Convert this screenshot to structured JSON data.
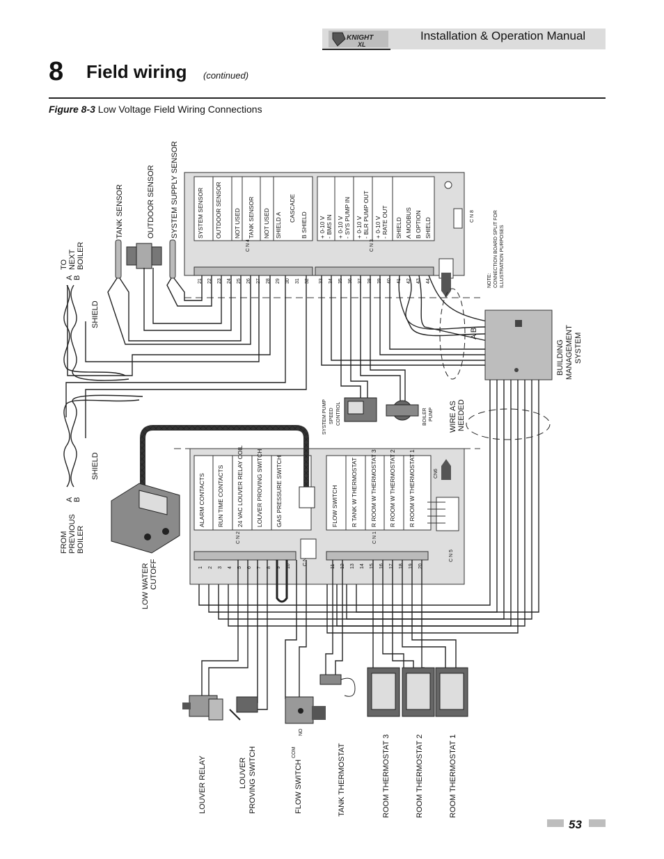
{
  "header": {
    "manual_title": "Installation & Operation Manual",
    "logo_text": "KNIGHT XL"
  },
  "section": {
    "number": "8",
    "title": "Field wiring",
    "continued": "(continued)"
  },
  "figure": {
    "label": "Figure 8-3",
    "caption": "Low Voltage Field Wiring Connections"
  },
  "top_board": {
    "left_labels": [
      "SYSTEM SENSOR",
      "OUTDOOR SENSOR",
      "NOT USED",
      "TANK SENSOR",
      "NOT USED",
      "SHIELD A",
      "CASCADE",
      "B SHIELD"
    ],
    "right_labels": [
      "+ 0-10 V",
      "- BMS IN",
      "+ 0-10 V",
      "- SYS PUMP IN",
      "+ 0-10 V",
      "- BLR PUMP OUT",
      "+ 0-10 V",
      "- RATE OUT",
      "SHIELD",
      "A  MODBUS",
      "B  OPTION",
      "SHIELD"
    ],
    "left_terminals": [
      "21",
      "22",
      "23",
      "24",
      "25",
      "26",
      "27",
      "28",
      "29",
      "30",
      "31",
      "32"
    ],
    "right_terminals": [
      "33",
      "34",
      "35",
      "36",
      "37",
      "38",
      "39",
      "40",
      "41",
      "42",
      "43",
      "44"
    ],
    "cn4": "C N 4",
    "cn3": "C N 3",
    "cn8": "C N 8"
  },
  "bottom_board": {
    "left_labels": [
      "ALARM CONTACTS",
      "RUN TIME CONTACTS",
      "24 VAC LOUVER RELAY COIL",
      "LOUVER PROVING SWITCH",
      "GAS PRESSURE SWITCH"
    ],
    "right_labels": [
      "FLOW SWITCH",
      "R  TANK W THERMOSTAT",
      "R  ROOM W THERMOSTAT 3",
      "R  ROOM W THERMOSTAT 2",
      "R  ROOM W THERMOSTAT 1"
    ],
    "left_terminals": [
      "1",
      "2",
      "3",
      "4",
      "5",
      "6",
      "7",
      "8",
      "9",
      "10"
    ],
    "right_terminals": [
      "11",
      "12",
      "13",
      "14",
      "15",
      "16",
      "17",
      "18",
      "19",
      "20"
    ],
    "cn2": "C N 2",
    "cn1": "C N 1",
    "cn7": "C N 7",
    "cn5": "C N 5",
    "cn6": "CN6"
  },
  "labels": {
    "tank_sensor": "TANK SENSOR",
    "outdoor_sensor": "OUTDOOR SENSOR",
    "system_supply_sensor": "SYSTEM SUPPLY SENSOR",
    "to_next_boiler": [
      "TO",
      "NEXT",
      "BOILER"
    ],
    "ab_top": [
      "A",
      "B"
    ],
    "shield": "SHIELD",
    "from_previous_boiler": [
      "FROM",
      "PREVIOUS",
      "BOILER"
    ],
    "ab_bottom": [
      "A",
      "B"
    ],
    "low_water_cutoff": [
      "LOW WATER",
      "CUTOFF"
    ],
    "system_pump_speed_control": [
      "SYSTEM PUMP",
      "SPEED",
      "CONTROL"
    ],
    "boiler_pump": [
      "BOILER",
      "PUMP"
    ],
    "wire_as_needed": [
      "WIRE AS",
      "NEEDED"
    ],
    "building_management_system": [
      "BUILDING",
      "MANAGEMENT",
      "SYSTEM"
    ],
    "bms_ab": "A B",
    "note": [
      "NOTE:",
      "CONNECTION BOARD SPLIT FOR",
      "ILLUSTRATION PURPOSES"
    ],
    "louver_relay": "LOUVER RELAY",
    "louver_proving_switch": [
      "LOUVER",
      "PROVING SWITCH"
    ],
    "flow_switch": "FLOW SWITCH",
    "com_no": [
      "COM",
      "NO"
    ],
    "tank_thermostat": "TANK THERMOSTAT",
    "room_thermostat_3": "ROOM THERMOSTAT 3",
    "room_thermostat_2": "ROOM THERMOSTAT 2",
    "room_thermostat_1": "ROOM THERMOSTAT 1"
  },
  "page": {
    "number": "53"
  }
}
